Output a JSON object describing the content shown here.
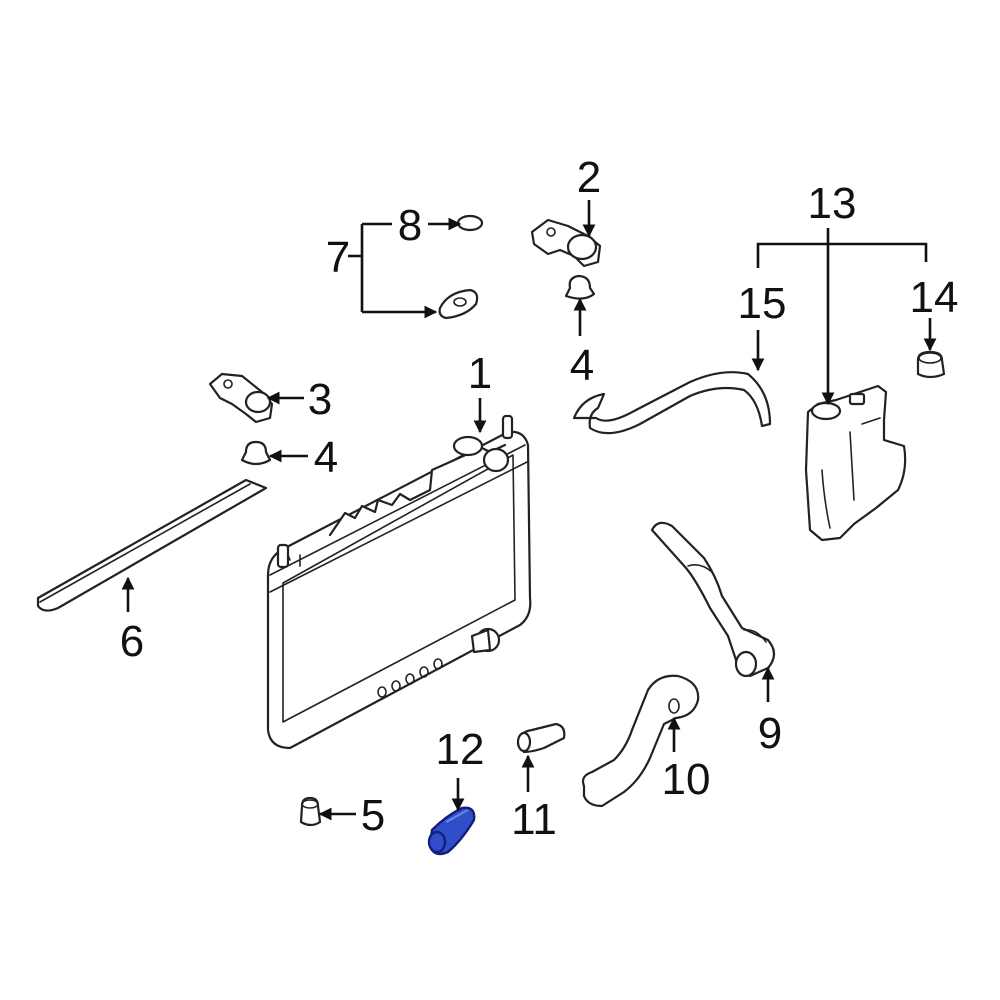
{
  "diagram": {
    "callouts": {
      "c1": "1",
      "c2": "2",
      "c3": "3",
      "c4a": "4",
      "c4b": "4",
      "c5": "5",
      "c6": "6",
      "c7": "7",
      "c8": "8",
      "c9": "9",
      "c10": "10",
      "c11": "11",
      "c12": "12",
      "c13": "13",
      "c14": "14",
      "c15": "15"
    },
    "highlighted_part": "12",
    "colors": {
      "line": "#222222",
      "highlight": "#2f4fc9",
      "background": "#ffffff"
    }
  }
}
